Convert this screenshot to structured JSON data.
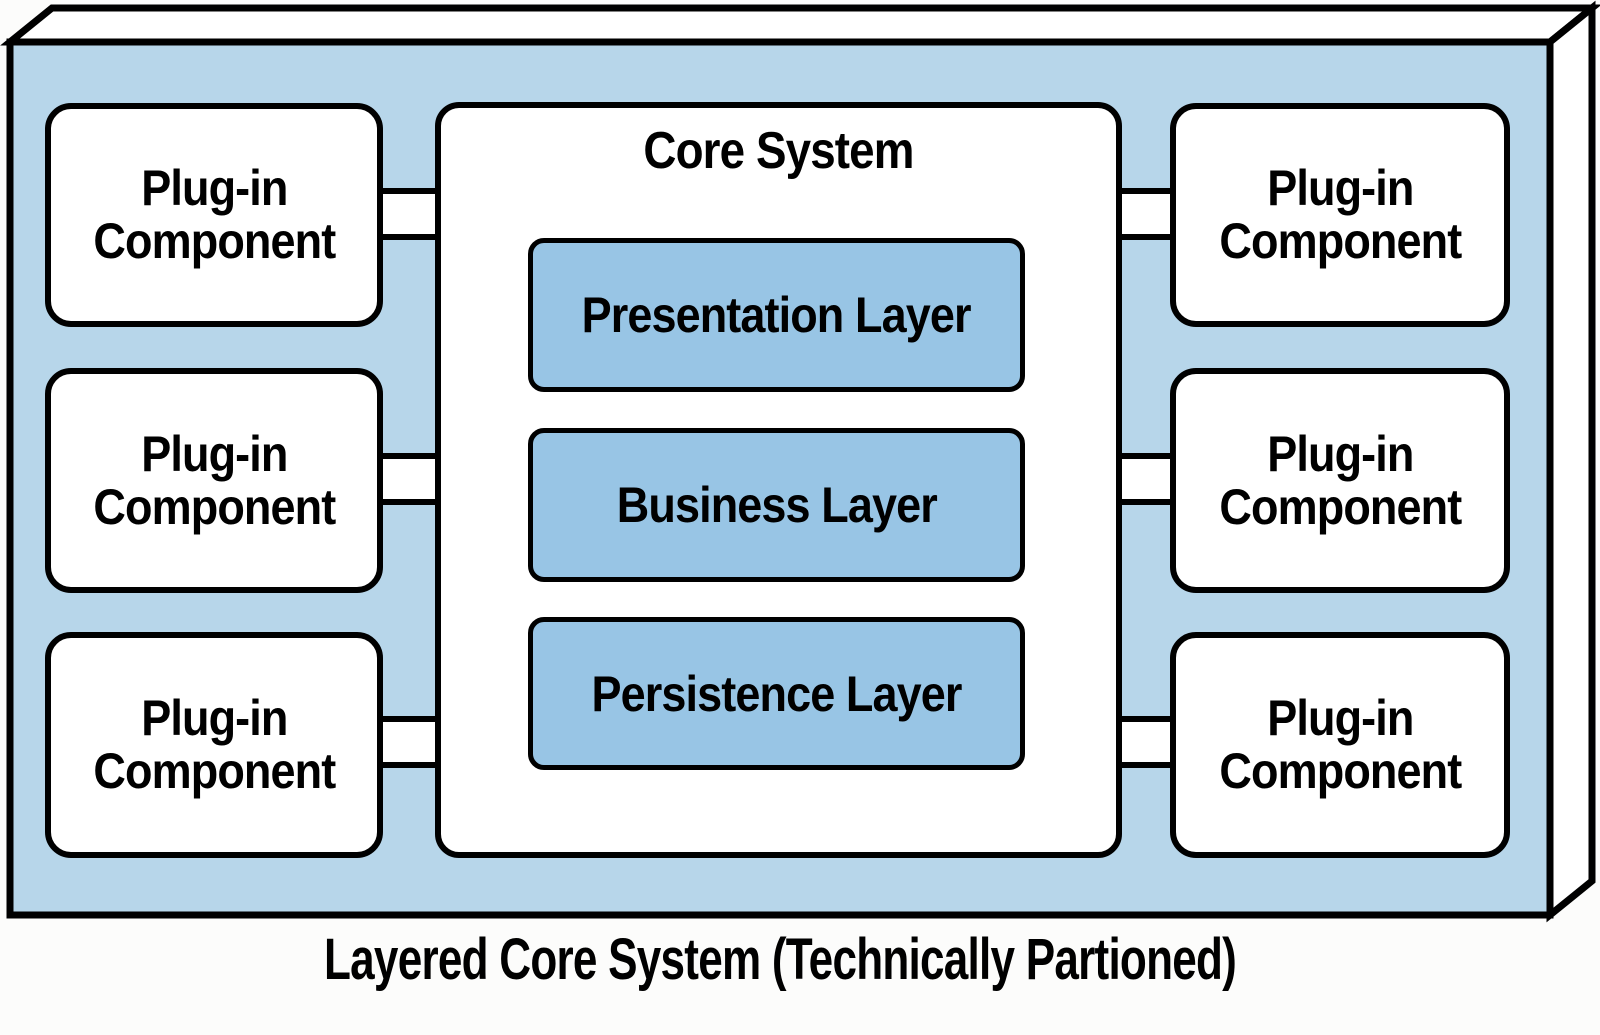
{
  "caption": "Layered Core System (Technically Partioned)",
  "core_system": {
    "title": "Core System",
    "layers": [
      {
        "label": "Presentation Layer"
      },
      {
        "label": "Business Layer"
      },
      {
        "label": "Persistence Layer"
      }
    ]
  },
  "plugins": {
    "left": [
      {
        "line1": "Plug-in",
        "line2": "Component"
      },
      {
        "line1": "Plug-in",
        "line2": "Component"
      },
      {
        "line1": "Plug-in",
        "line2": "Component"
      }
    ],
    "right": [
      {
        "line1": "Plug-in",
        "line2": "Component"
      },
      {
        "line1": "Plug-in",
        "line2": "Component"
      },
      {
        "line1": "Plug-in",
        "line2": "Component"
      }
    ]
  },
  "colors": {
    "front_face_blue": "#b7d6ea",
    "face_white": "#ffffff",
    "layer_blue": "#98c5e5",
    "outline_black": "#000000"
  }
}
